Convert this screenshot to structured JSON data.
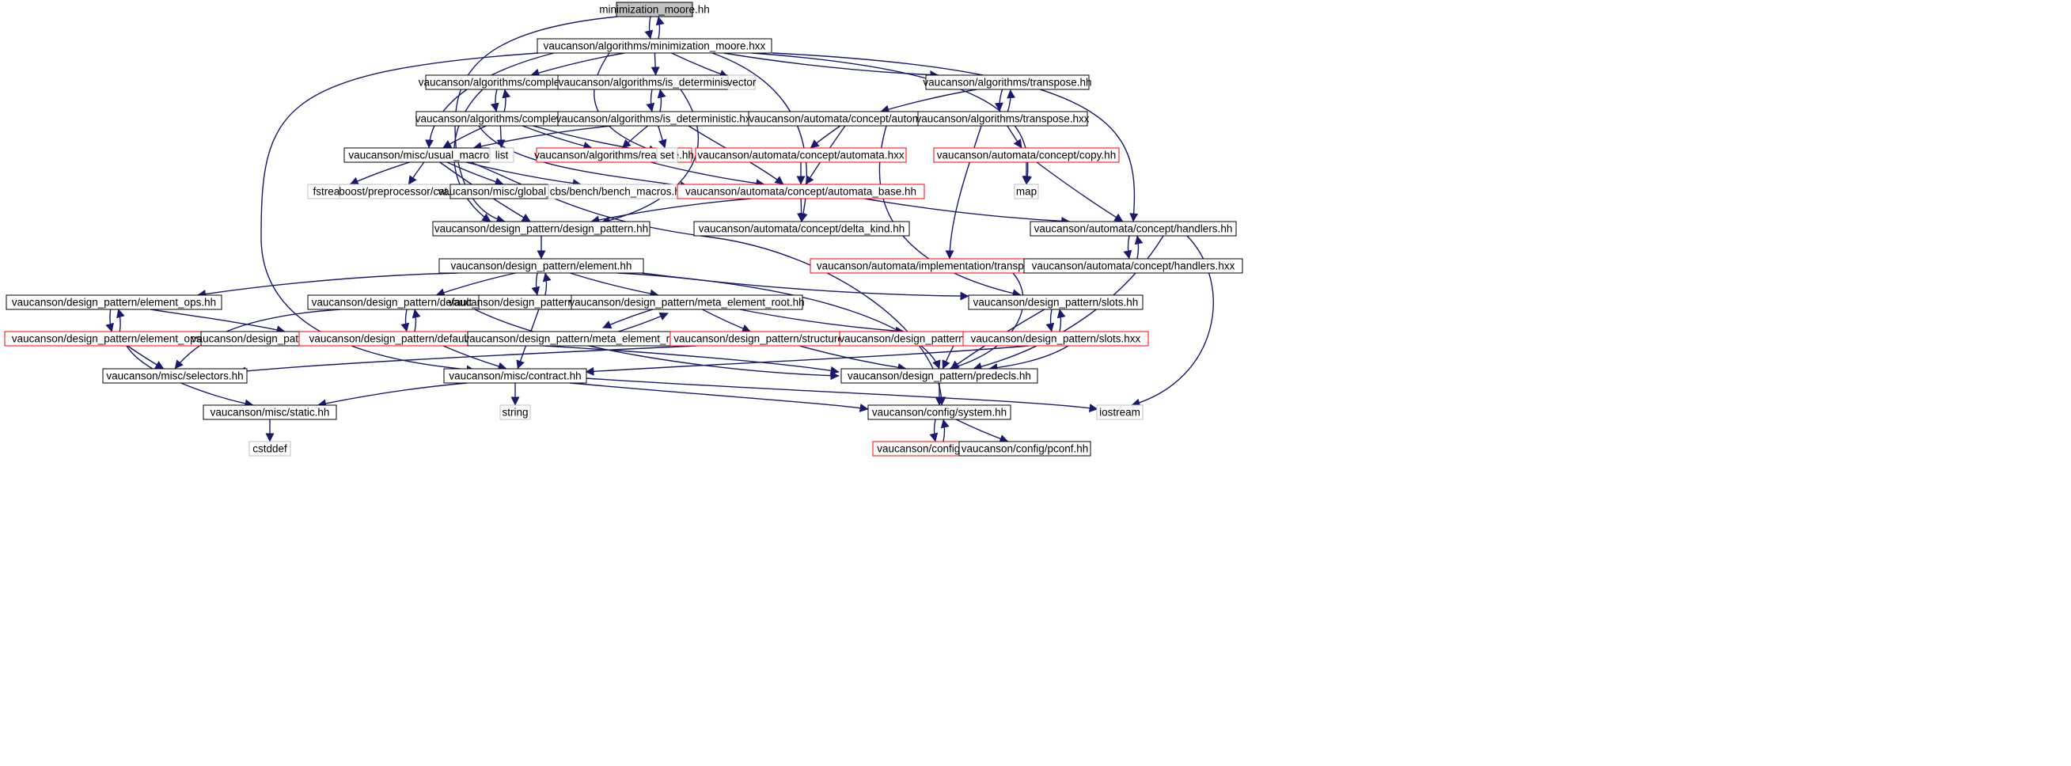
{
  "diagram": {
    "type": "include-dependency-graph",
    "colors": {
      "edge": "#191970",
      "border_normal": "#000000",
      "border_truncated": "#ff0000",
      "border_external": "#bfbfbf",
      "fill_root": "#bfbfbf",
      "fill_normal": "#ffffff"
    },
    "nodes": [
      {
        "id": "n0",
        "label": "minimization_moore.hh",
        "style": "root"
      },
      {
        "id": "n1",
        "label": "vaucanson/algorithms/minimization_moore.hxx",
        "style": "normal"
      },
      {
        "id": "n2",
        "label": "vaucanson/algorithms/complete.hh",
        "style": "normal"
      },
      {
        "id": "n3",
        "label": "vaucanson/algorithms/is_deterministic.hh",
        "style": "normal"
      },
      {
        "id": "n4",
        "label": "vector",
        "style": "external"
      },
      {
        "id": "n5",
        "label": "vaucanson/algorithms/transpose.hh",
        "style": "normal"
      },
      {
        "id": "n6",
        "label": "vaucanson/algorithms/complete.hxx",
        "style": "normal"
      },
      {
        "id": "n7",
        "label": "vaucanson/algorithms/is_deterministic.hxx",
        "style": "normal"
      },
      {
        "id": "n8",
        "label": "vaucanson/automata/concept/automata.hh",
        "style": "normal"
      },
      {
        "id": "n9",
        "label": "vaucanson/algorithms/transpose.hxx",
        "style": "normal"
      },
      {
        "id": "n10",
        "label": "vaucanson/misc/usual_macros.hh",
        "style": "normal"
      },
      {
        "id": "n11",
        "label": "list",
        "style": "external"
      },
      {
        "id": "n12",
        "label": "vaucanson/algorithms/realtime.hh",
        "style": "truncated"
      },
      {
        "id": "n13",
        "label": "set",
        "style": "external"
      },
      {
        "id": "n14",
        "label": "vaucanson/automata/concept/automata.hxx",
        "style": "truncated"
      },
      {
        "id": "n15",
        "label": "vaucanson/automata/concept/copy.hh",
        "style": "truncated"
      },
      {
        "id": "n16",
        "label": "fstream",
        "style": "external"
      },
      {
        "id": "n17",
        "label": "boost/preprocessor/cat.hpp",
        "style": "external"
      },
      {
        "id": "n18",
        "label": "vaucanson/misc/global_bencher.hh",
        "style": "normal"
      },
      {
        "id": "n19",
        "label": "cbs/bench/bench_macros.hh",
        "style": "external"
      },
      {
        "id": "n20",
        "label": "vaucanson/automata/concept/automata_base.hh",
        "style": "truncated"
      },
      {
        "id": "n21",
        "label": "map",
        "style": "external"
      },
      {
        "id": "n22",
        "label": "vaucanson/design_pattern/design_pattern.hh",
        "style": "normal"
      },
      {
        "id": "n23",
        "label": "vaucanson/automata/concept/delta_kind.hh",
        "style": "normal"
      },
      {
        "id": "n24",
        "label": "vaucanson/automata/concept/handlers.hh",
        "style": "normal"
      },
      {
        "id": "n25",
        "label": "vaucanson/design_pattern/element.hh",
        "style": "normal"
      },
      {
        "id": "n26",
        "label": "vaucanson/automata/implementation/transpose_view.hh",
        "style": "truncated"
      },
      {
        "id": "n27",
        "label": "vaucanson/automata/concept/handlers.hxx",
        "style": "normal"
      },
      {
        "id": "n28",
        "label": "vaucanson/design_pattern/element_ops.hh",
        "style": "normal"
      },
      {
        "id": "n29",
        "label": "vaucanson/design_pattern/default_ops.hh",
        "style": "normal"
      },
      {
        "id": "n30",
        "label": "vaucanson/design_pattern/element.hxx",
        "style": "normal"
      },
      {
        "id": "n31",
        "label": "vaucanson/design_pattern/meta_element_root.hh",
        "style": "normal"
      },
      {
        "id": "n32",
        "label": "vaucanson/design_pattern/slots.hh",
        "style": "normal"
      },
      {
        "id": "n33",
        "label": "vaucanson/design_pattern/element_ops.hxx",
        "style": "truncated"
      },
      {
        "id": "n34",
        "label": "vaucanson/design_pattern/element_op_traits.hh",
        "style": "normal"
      },
      {
        "id": "n35",
        "label": "vaucanson/design_pattern/default_ops.hxx",
        "style": "truncated"
      },
      {
        "id": "n36",
        "label": "vaucanson/design_pattern/meta_element_root.hxx",
        "style": "normal"
      },
      {
        "id": "n37",
        "label": "vaucanson/design_pattern/structure.hh",
        "style": "truncated"
      },
      {
        "id": "n38",
        "label": "vaucanson/design_pattern/syntactic_decorator.hh",
        "style": "truncated"
      },
      {
        "id": "n39",
        "label": "vaucanson/design_pattern/slots.hxx",
        "style": "truncated"
      },
      {
        "id": "n40",
        "label": "vaucanson/misc/selectors.hh",
        "style": "normal"
      },
      {
        "id": "n41",
        "label": "vaucanson/misc/contract.hh",
        "style": "normal"
      },
      {
        "id": "n42",
        "label": "vaucanson/design_pattern/predecls.hh",
        "style": "normal"
      },
      {
        "id": "n43",
        "label": "vaucanson/misc/static.hh",
        "style": "normal"
      },
      {
        "id": "n44",
        "label": "string",
        "style": "external"
      },
      {
        "id": "n45",
        "label": "vaucanson/config/system.hh",
        "style": "normal"
      },
      {
        "id": "n46",
        "label": "iostream",
        "style": "external"
      },
      {
        "id": "n47",
        "label": "cstddef",
        "style": "external"
      },
      {
        "id": "n48",
        "label": "vaucanson/config/math.hh",
        "style": "truncated"
      },
      {
        "id": "n49",
        "label": "vaucanson/config/pconf.hh",
        "style": "normal"
      }
    ],
    "edges": [
      [
        "n0",
        "n1"
      ],
      [
        "n1",
        "n0"
      ],
      [
        "n0",
        "n22"
      ],
      [
        "n1",
        "n2"
      ],
      [
        "n1",
        "n3"
      ],
      [
        "n1",
        "n4"
      ],
      [
        "n1",
        "n5"
      ],
      [
        "n1",
        "n10"
      ],
      [
        "n1",
        "n13"
      ],
      [
        "n1",
        "n21"
      ],
      [
        "n1",
        "n24"
      ],
      [
        "n1",
        "n23"
      ],
      [
        "n1",
        "n41"
      ],
      [
        "n2",
        "n6"
      ],
      [
        "n6",
        "n2"
      ],
      [
        "n2",
        "n22"
      ],
      [
        "n3",
        "n7"
      ],
      [
        "n7",
        "n3"
      ],
      [
        "n3",
        "n22"
      ],
      [
        "n5",
        "n9"
      ],
      [
        "n9",
        "n5"
      ],
      [
        "n5",
        "n8"
      ],
      [
        "n6",
        "n10"
      ],
      [
        "n6",
        "n11"
      ],
      [
        "n6",
        "n12"
      ],
      [
        "n6",
        "n13"
      ],
      [
        "n6",
        "n20"
      ],
      [
        "n7",
        "n10"
      ],
      [
        "n7",
        "n12"
      ],
      [
        "n7",
        "n13"
      ],
      [
        "n7",
        "n20"
      ],
      [
        "n8",
        "n14"
      ],
      [
        "n8",
        "n20"
      ],
      [
        "n8",
        "n32"
      ],
      [
        "n9",
        "n15"
      ],
      [
        "n9",
        "n26"
      ],
      [
        "n10",
        "n16"
      ],
      [
        "n10",
        "n17"
      ],
      [
        "n10",
        "n18"
      ],
      [
        "n10",
        "n19"
      ],
      [
        "n10",
        "n22"
      ],
      [
        "n10",
        "n45"
      ],
      [
        "n12",
        "n20"
      ],
      [
        "n14",
        "n20"
      ],
      [
        "n15",
        "n21"
      ],
      [
        "n15",
        "n24"
      ],
      [
        "n20",
        "n22"
      ],
      [
        "n20",
        "n23"
      ],
      [
        "n20",
        "n24"
      ],
      [
        "n22",
        "n25"
      ],
      [
        "n24",
        "n27"
      ],
      [
        "n27",
        "n24"
      ],
      [
        "n24",
        "n42"
      ],
      [
        "n24",
        "n46"
      ],
      [
        "n26",
        "n42"
      ],
      [
        "n25",
        "n28"
      ],
      [
        "n25",
        "n29"
      ],
      [
        "n25",
        "n30"
      ],
      [
        "n30",
        "n25"
      ],
      [
        "n25",
        "n31"
      ],
      [
        "n25",
        "n32"
      ],
      [
        "n25",
        "n42"
      ],
      [
        "n28",
        "n33"
      ],
      [
        "n33",
        "n28"
      ],
      [
        "n28",
        "n34"
      ],
      [
        "n29",
        "n35"
      ],
      [
        "n35",
        "n29"
      ],
      [
        "n29",
        "n40"
      ],
      [
        "n29",
        "n42"
      ],
      [
        "n30",
        "n41"
      ],
      [
        "n31",
        "n36"
      ],
      [
        "n36",
        "n31"
      ],
      [
        "n31",
        "n37"
      ],
      [
        "n31",
        "n38"
      ],
      [
        "n32",
        "n39"
      ],
      [
        "n39",
        "n32"
      ],
      [
        "n32",
        "n42"
      ],
      [
        "n33",
        "n40"
      ],
      [
        "n33",
        "n43"
      ],
      [
        "n34",
        "n42"
      ],
      [
        "n35",
        "n41"
      ],
      [
        "n37",
        "n40"
      ],
      [
        "n37",
        "n42"
      ],
      [
        "n38",
        "n42"
      ],
      [
        "n39",
        "n41"
      ],
      [
        "n39",
        "n42"
      ],
      [
        "n41",
        "n43"
      ],
      [
        "n41",
        "n44"
      ],
      [
        "n41",
        "n45"
      ],
      [
        "n41",
        "n46"
      ],
      [
        "n42",
        "n45"
      ],
      [
        "n43",
        "n47"
      ],
      [
        "n45",
        "n48"
      ],
      [
        "n48",
        "n45"
      ],
      [
        "n45",
        "n49"
      ]
    ]
  }
}
